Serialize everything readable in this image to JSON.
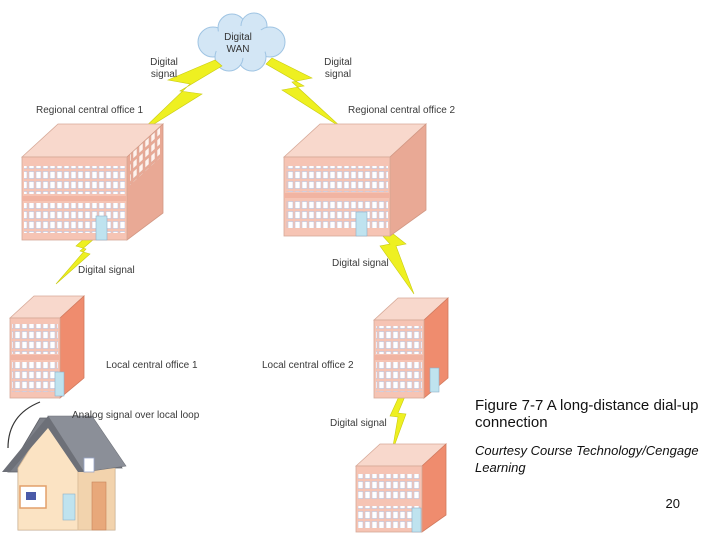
{
  "diagram": {
    "cloud_label": [
      "Digital",
      "WAN"
    ],
    "labels": {
      "digital_signal_left": [
        "Digital",
        "signal"
      ],
      "digital_signal_right": [
        "Digital",
        "signal"
      ],
      "regional_office_1": "Regional central office 1",
      "regional_office_2": "Regional central office 2",
      "digital_signal_mid_left": "Digital signal",
      "digital_signal_mid_right": "Digital signal",
      "local_office_1": "Local central office 1",
      "local_office_2": "Local central office 2",
      "analog_signal": "Analog signal over local loop",
      "digital_signal_bottom": "Digital signal"
    },
    "colors": {
      "building_wall": "#f6c4b4",
      "building_roof": "#f8d8cc",
      "window": "#ffffff",
      "window_frame": "#c9cfe4",
      "lightning": "#eef021",
      "cloud": "#cfe4f4",
      "house_roof": "#7d8088",
      "house_wall": "#fbe3c3"
    }
  },
  "caption": {
    "title": "Figure 7-7 A long-distance dial-up connection",
    "credit": "Courtesy Course Technology/Cengage Learning"
  },
  "page_number": "20"
}
